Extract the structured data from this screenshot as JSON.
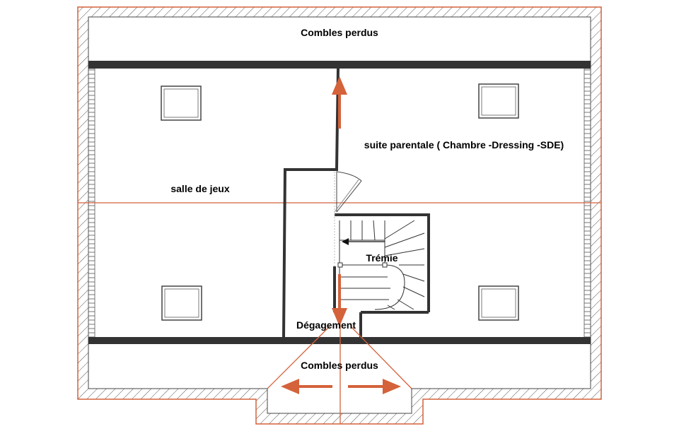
{
  "plan": {
    "rooms": {
      "attic_top": "Combles perdus",
      "attic_bottom": "Combles perdus",
      "parent_suite": "suite parentale ( Chambre -Dressing -SDE)",
      "playroom": "salle de jeux",
      "stair_opening": "Trémie",
      "landing": "Dégagement"
    },
    "colors": {
      "outline": "#d4623a",
      "arrow": "#d4623a",
      "wall": "#333333",
      "hatch": "#555555",
      "window": "#444444"
    }
  }
}
